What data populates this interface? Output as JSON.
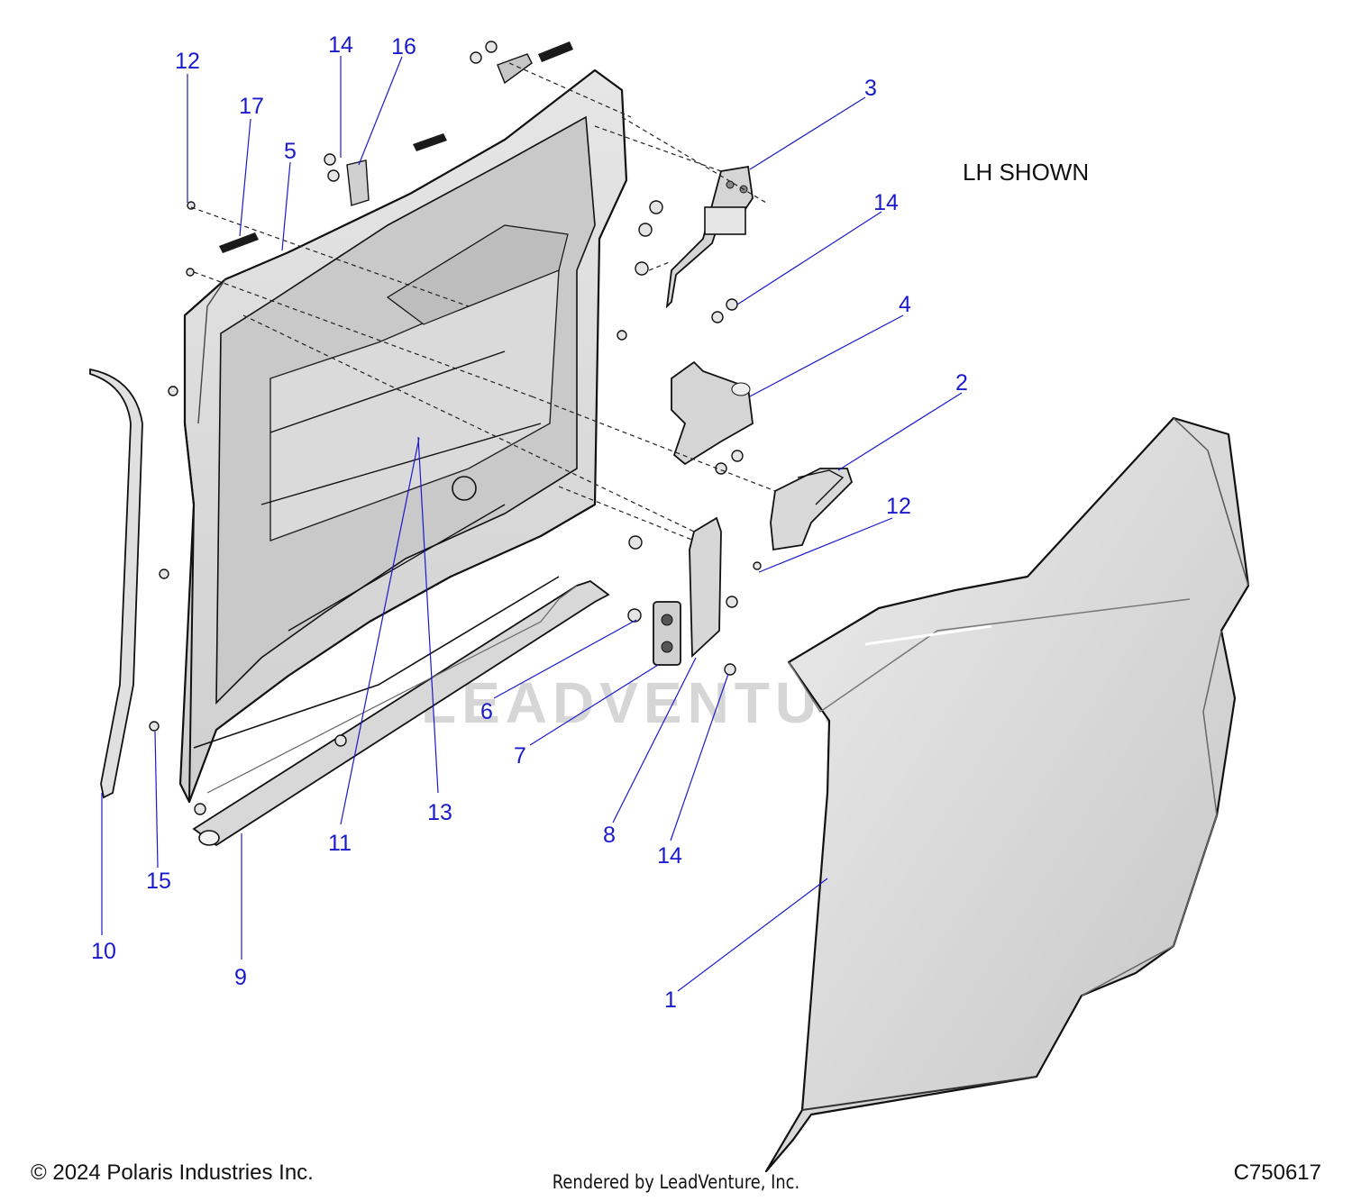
{
  "view_note": "LH SHOWN",
  "watermark": "LEADVENTURE",
  "footer": {
    "copyright": "© 2024 Polaris Industries Inc.",
    "rendered_by": "Rendered by LeadVenture, Inc.",
    "drawing_id": "C750617"
  },
  "colors": {
    "callout": "#1a1acc",
    "line": "#1a1acc",
    "part_fill": "#e3e3e3",
    "part_stroke": "#111111"
  },
  "callouts": [
    "12",
    "17",
    "14",
    "16",
    "5",
    "3",
    "14",
    "4",
    "2",
    "12",
    "6",
    "7",
    "8",
    "14",
    "13",
    "11",
    "15",
    "10",
    "9",
    "1"
  ]
}
